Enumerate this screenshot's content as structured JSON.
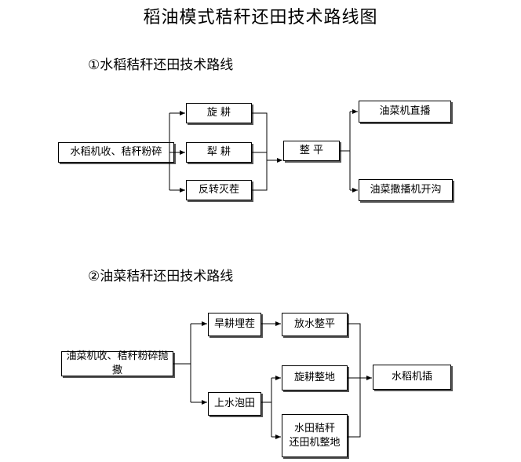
{
  "title": "稻油模式秸秆还田技术路线图",
  "route1": {
    "heading": "①水稻秸秆还田技术路线",
    "start": "水稻机收、秸秆粉碎",
    "rotary": "旋  耕",
    "plow": "犁  耕",
    "reverse": "反转灭茬",
    "level": "整  平",
    "direct": "油菜机直播",
    "broadcast": "油菜撒播机开沟"
  },
  "route2": {
    "heading": "②油菜秸秆还田技术路线",
    "start": "油菜机收、秸秆粉碎抛撒",
    "dry": "旱耕埋茬",
    "flood": "上水泡田",
    "drain": "放水整平",
    "rotary_level": "旋耕整地",
    "paddy": "水田秸秆\n还田机整地",
    "transplant": "水稻机插"
  }
}
